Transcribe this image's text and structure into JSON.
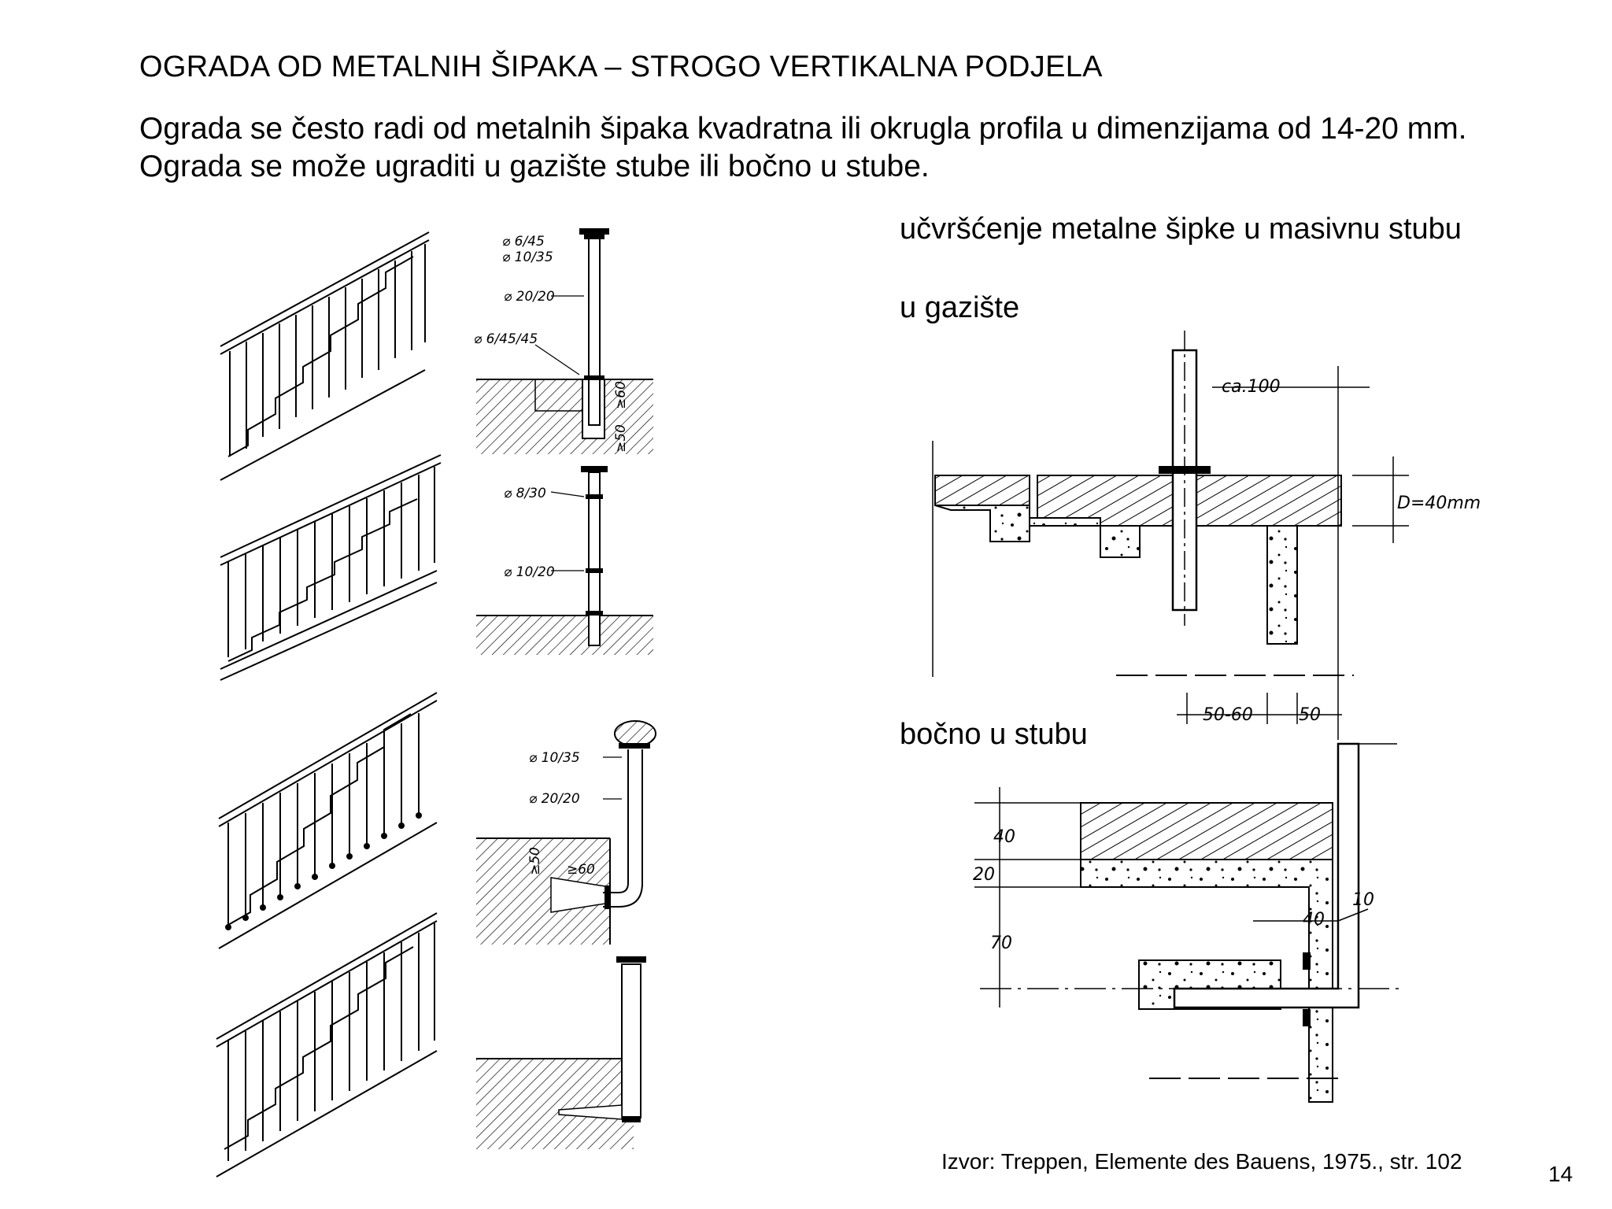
{
  "page": {
    "title": "OGRADA OD METALNIH ŠIPAKA – STROGO VERTIKALNA PODJELA",
    "body": [
      "Ograda se često radi od metalnih šipaka kvadratna ili okrugla profila u dimenzijama od 14-20 mm.",
      "Ograda se može ugraditi u gazište stube ili bočno u stube."
    ],
    "labels": {
      "fixing": "učvršćenje metalne šipke u masivnu stubu",
      "tread": "u gazište",
      "side": "bočno u stubu"
    },
    "source": "Izvor: Treppen, Elemente des Bauens, 1975., str. 102",
    "page_number": "14"
  },
  "drawings": {
    "detail1": {
      "d1": "⌀ 6/45",
      "d2": "⌀ 10/35",
      "d3": "⌀ 20/20",
      "d4": "⌀ 6/45/45",
      "d5": "≥60",
      "d6": "≥50"
    },
    "detail2": {
      "d1": "⌀ 8/30",
      "d2": "⌀ 10/20"
    },
    "detail3": {
      "d1": "⌀ 10/35",
      "d2": "⌀ 20/20",
      "d3": "≥50",
      "d4": "≥60"
    },
    "tread_section": {
      "ca": "ca.100",
      "depth": "D=40mm",
      "w1": "50-60",
      "w2": "50"
    },
    "side_section": {
      "h1": "40",
      "h2": "20",
      "h3": "70",
      "w1": "40",
      "w2": "10"
    }
  }
}
